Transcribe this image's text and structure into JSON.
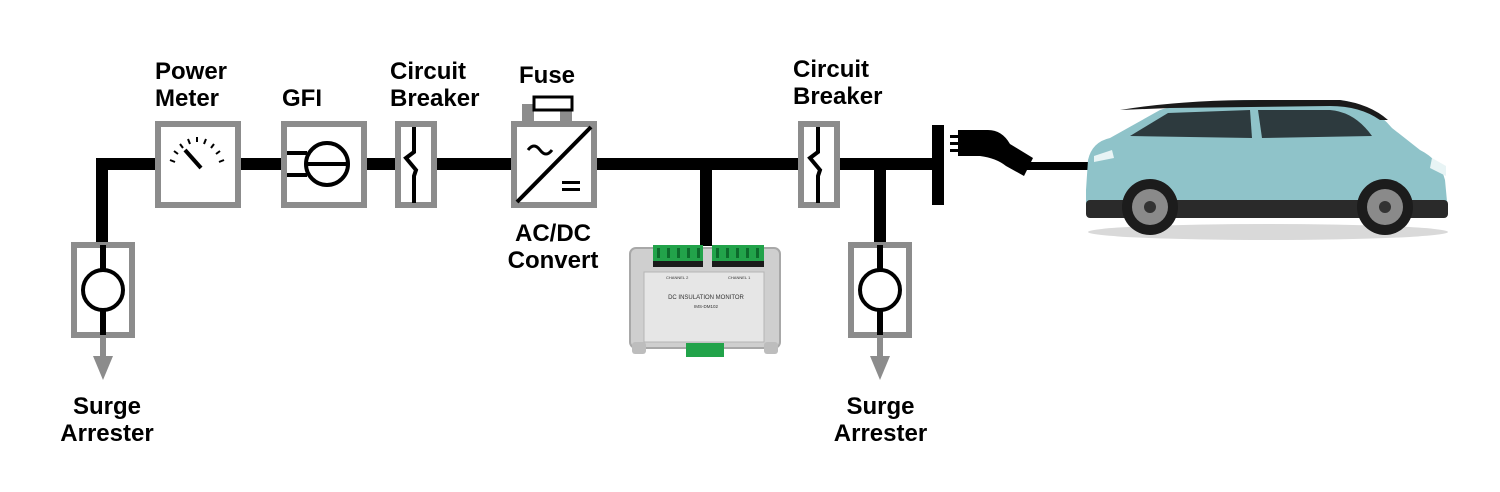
{
  "labels": {
    "power_meter": [
      "Power",
      "Meter"
    ],
    "gfi": "GFI",
    "circuit_breaker_1": [
      "Circuit",
      "Breaker"
    ],
    "fuse": "Fuse",
    "acdc": [
      "AC/DC",
      "Convert"
    ],
    "circuit_breaker_2": [
      "Circuit",
      "Breaker"
    ],
    "surge_arrester_1": [
      "Surge",
      "Arrester"
    ],
    "surge_arrester_2": [
      "Surge",
      "Arrester"
    ]
  },
  "monitor": {
    "title": "DC INSULATION MONITOR",
    "model": "IMS-DM102",
    "channel_left": "CHANNEL 2",
    "channel_right": "CHANNEL 1"
  },
  "colors": {
    "line": "#000000",
    "component_frame": "#8c8c8c",
    "car_body": "#8fc3c9",
    "terminal_green": "#22a34a"
  }
}
